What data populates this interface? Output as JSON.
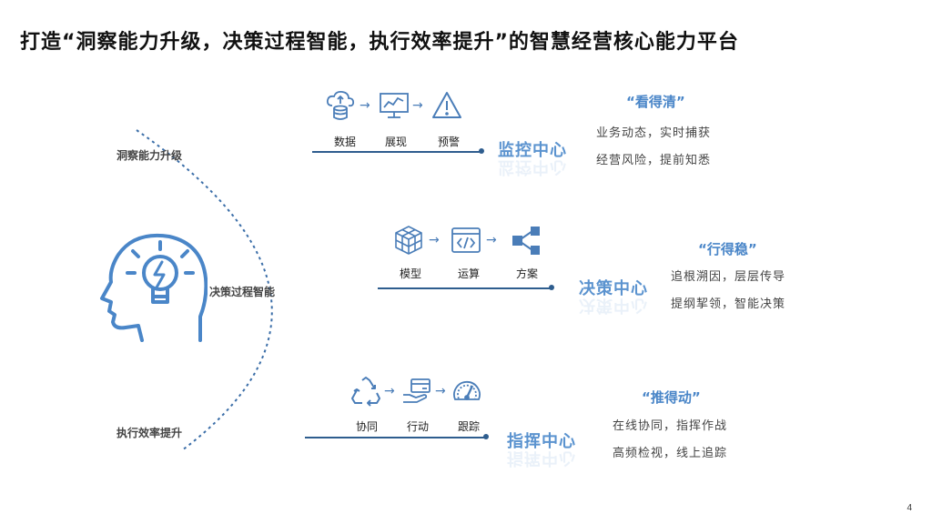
{
  "title": "打造“洞察能力升级，决策过程智能，执行效率提升”的智慧经营核心能力平台",
  "left_labels": {
    "insight": "洞察能力升级",
    "decision": "决策过程智能",
    "execution": "执行效率提升"
  },
  "sections": [
    {
      "center": "监控中心",
      "quote": "“看得清”",
      "desc": [
        "业务动态，实时捕获",
        "经营风险，提前知悉"
      ],
      "steps": [
        "数据",
        "展现",
        "预警"
      ]
    },
    {
      "center": "决策中心",
      "quote": "“行得稳”",
      "desc": [
        "追根溯因，层层传导",
        "提纲挈领，智能决策"
      ],
      "steps": [
        "模型",
        "运算",
        "方案"
      ]
    },
    {
      "center": "指挥中心",
      "quote": "“推得动”",
      "desc": [
        "在线协同，指挥作战",
        "高频检视，线上追踪"
      ],
      "steps": [
        "协同",
        "行动",
        "跟踪"
      ]
    }
  ],
  "icons": {
    "s0": [
      "cloud-database-icon",
      "chart-display-icon",
      "warning-icon"
    ],
    "s1": [
      "cube-model-icon",
      "code-window-icon",
      "share-nodes-icon"
    ],
    "s2": [
      "recycle-icon",
      "hand-card-icon",
      "gauge-icon"
    ]
  },
  "colors": {
    "accent": "#5b93cf",
    "line": "#2e5d8e",
    "icon": "#4a7db8"
  },
  "page_number": "4"
}
